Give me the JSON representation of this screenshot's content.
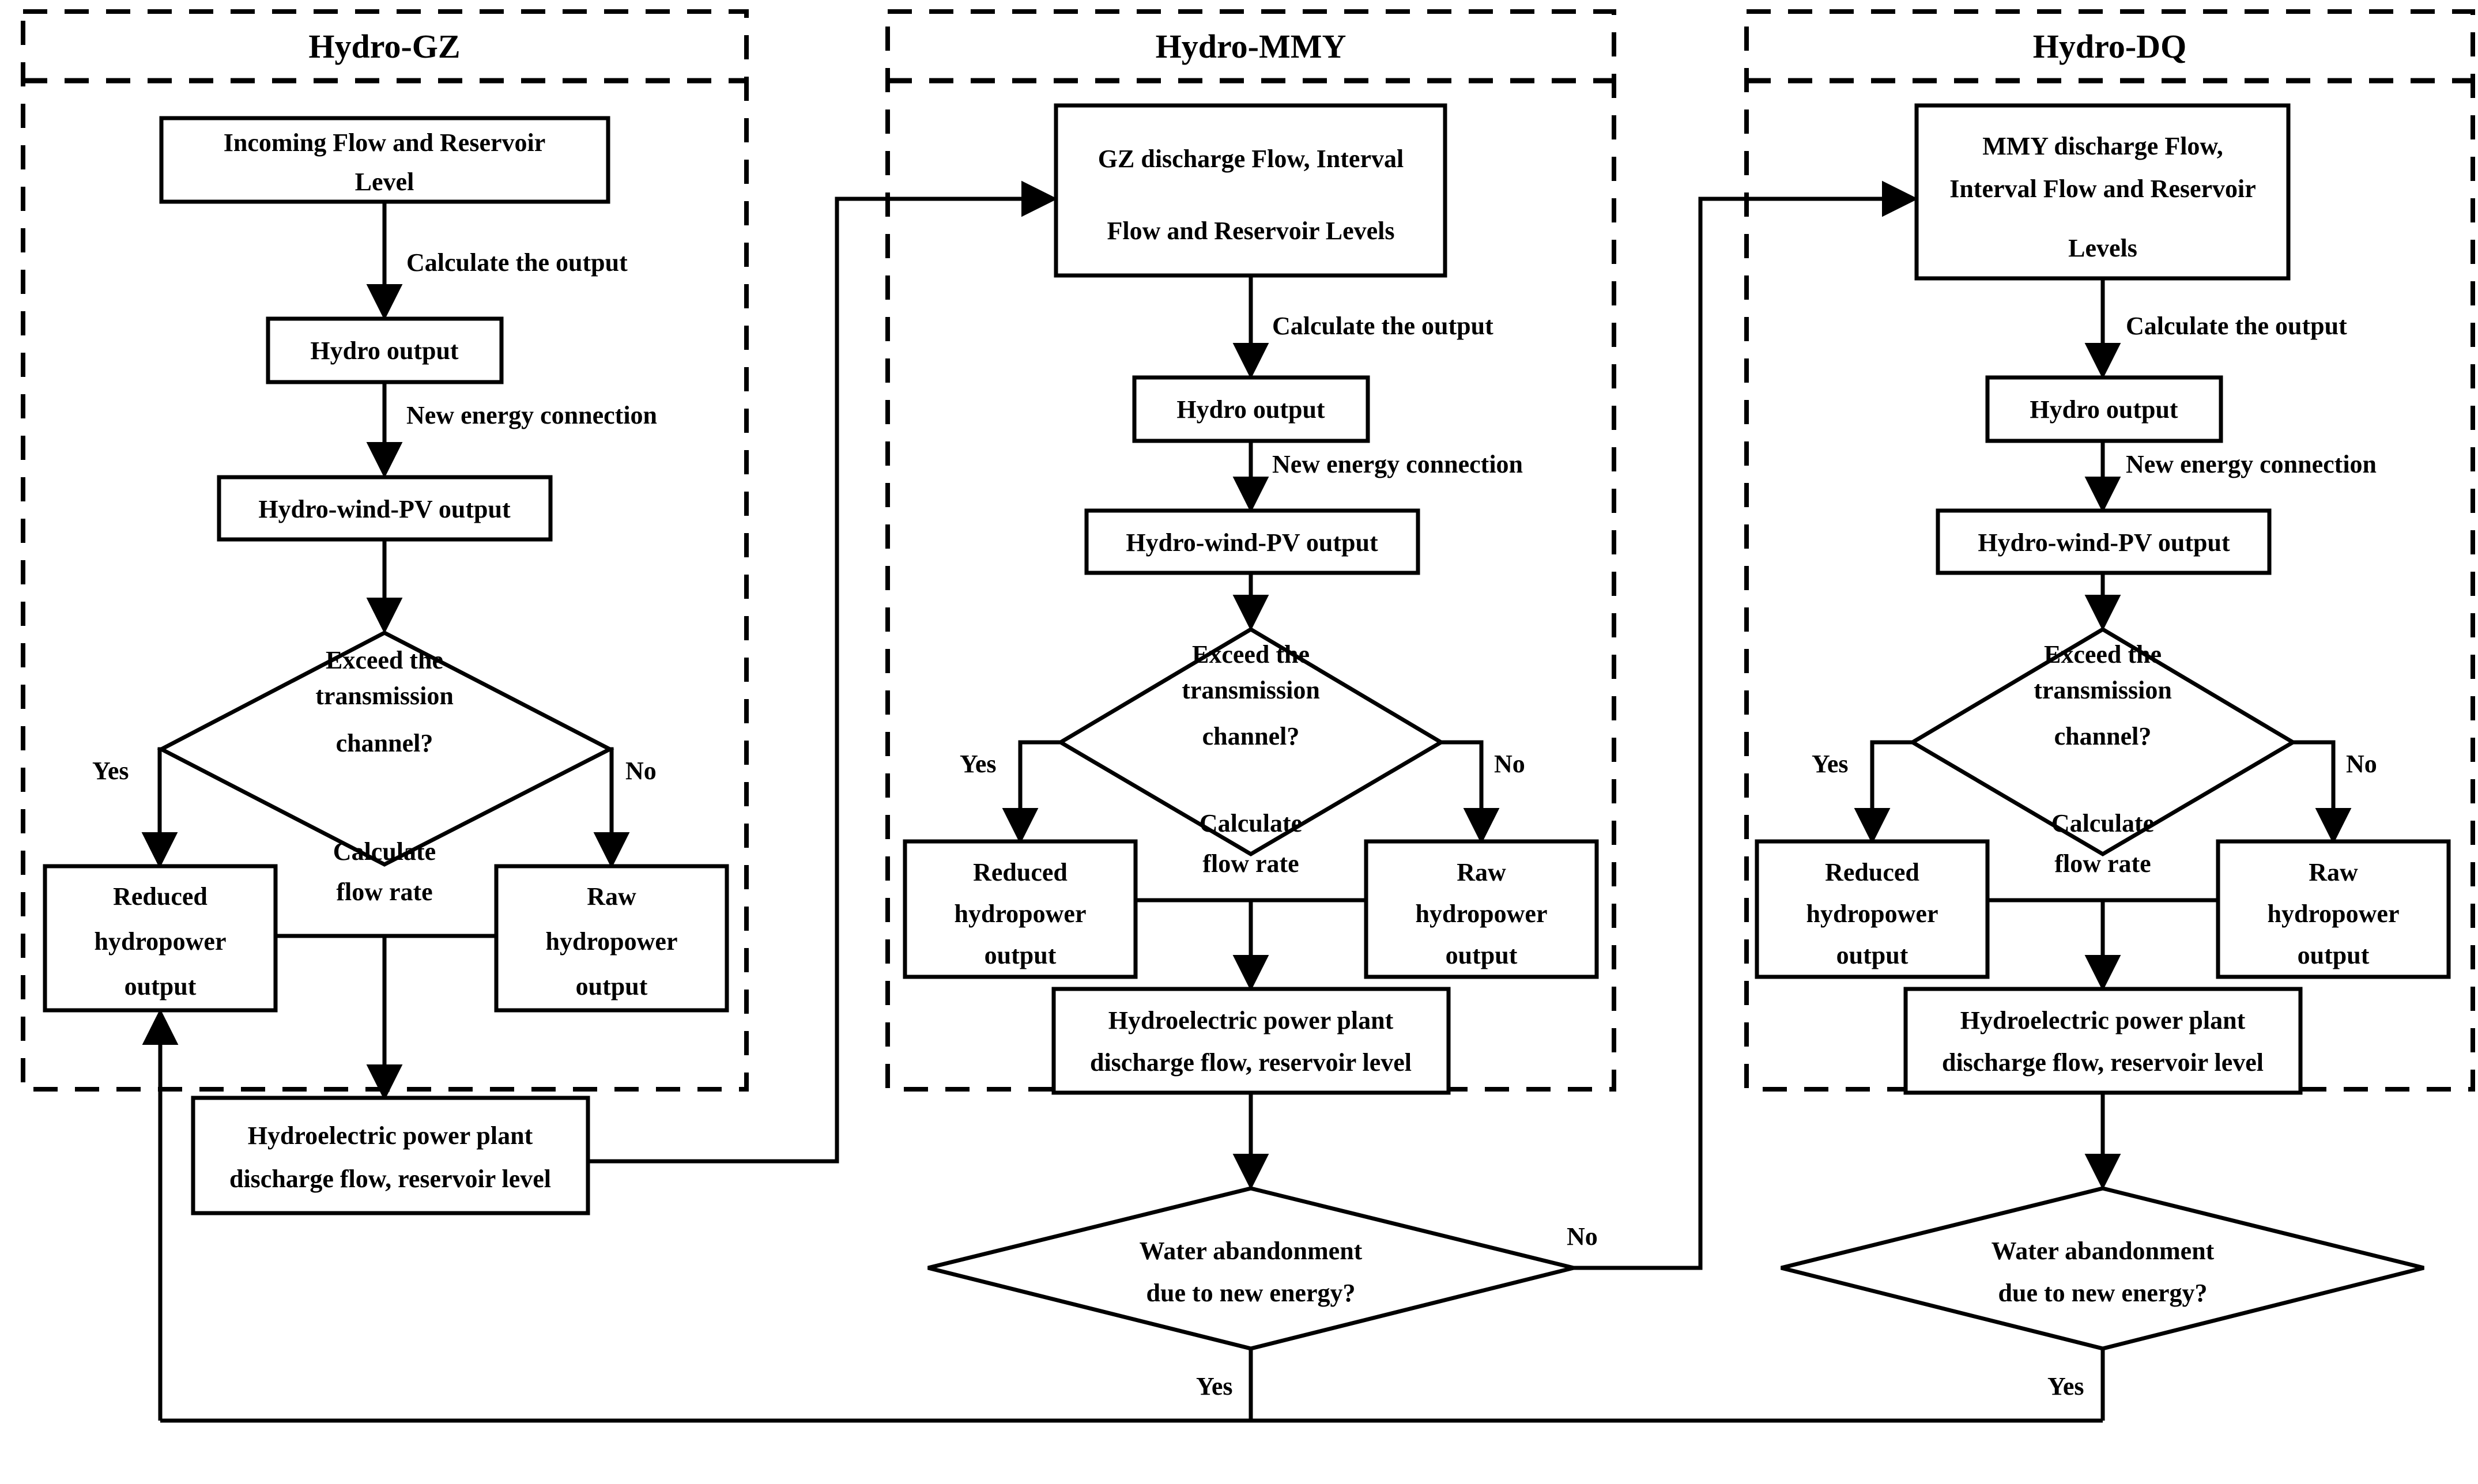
{
  "diagram": {
    "title": "Cascade hydropower multi-energy complementary dispatch flowchart",
    "panels": [
      {
        "id": "gz",
        "title": "Hydro-GZ",
        "nodes": {
          "input": "Incoming Flow and Reservoir\nLevel",
          "input_l1": "Incoming Flow and Reservoir",
          "input_l2": "Level",
          "hydro_output": "Hydro output",
          "hybrid_output": "Hydro-wind-PV output",
          "decision_l1": "Exceed the",
          "decision_l2": "transmission",
          "decision_l3": "channel?",
          "reduced_l1": "Reduced",
          "reduced_l2": "hydropower",
          "reduced_l3": "output",
          "raw_l1": "Raw",
          "raw_l2": "hydropower",
          "raw_l3": "output",
          "plant_l1": "Hydroelectric power plant",
          "plant_l2": "discharge flow, reservoir level"
        },
        "edges": {
          "calculate_output": "Calculate the output",
          "new_energy": "New energy connection",
          "yes": "Yes",
          "no": "No",
          "calc_flow_l1": "Calculate",
          "calc_flow_l2": "flow rate"
        }
      },
      {
        "id": "mmy",
        "title": "Hydro-MMY",
        "nodes": {
          "input_l1": "GZ discharge Flow, Interval",
          "input_l2": "Flow and Reservoir Levels",
          "hydro_output": "Hydro output",
          "hybrid_output": "Hydro-wind-PV output",
          "decision_l1": "Exceed the",
          "decision_l2": "transmission",
          "decision_l3": "channel?",
          "reduced_l1": "Reduced",
          "reduced_l2": "hydropower",
          "reduced_l3": "output",
          "raw_l1": "Raw",
          "raw_l2": "hydropower",
          "raw_l3": "output",
          "plant_l1": "Hydroelectric power plant",
          "plant_l2": "discharge flow, reservoir level",
          "abandon_l1": "Water abandonment",
          "abandon_l2": "due to new energy?"
        },
        "edges": {
          "calculate_output": "Calculate the output",
          "new_energy": "New energy connection",
          "yes": "Yes",
          "no": "No",
          "calc_flow_l1": "Calculate",
          "calc_flow_l2": "flow rate",
          "abandon_yes": "Yes",
          "abandon_no": "No"
        }
      },
      {
        "id": "dq",
        "title": "Hydro-DQ",
        "nodes": {
          "input_l1": "MMY discharge Flow,",
          "input_l2": "Interval Flow and Reservoir",
          "input_l3": "Levels",
          "hydro_output": "Hydro output",
          "hybrid_output": "Hydro-wind-PV output",
          "decision_l1": "Exceed the",
          "decision_l2": "transmission",
          "decision_l3": "channel?",
          "reduced_l1": "Reduced",
          "reduced_l2": "hydropower",
          "reduced_l3": "output",
          "raw_l1": "Raw",
          "raw_l2": "hydropower",
          "raw_l3": "output",
          "plant_l1": "Hydroelectric power plant",
          "plant_l2": "discharge flow, reservoir level",
          "abandon_l1": "Water abandonment",
          "abandon_l2": "due to new energy?"
        },
        "edges": {
          "calculate_output": "Calculate the output",
          "new_energy": "New energy connection",
          "yes": "Yes",
          "no": "No",
          "calc_flow_l1": "Calculate",
          "calc_flow_l2": "flow rate",
          "abandon_yes": "Yes"
        }
      }
    ],
    "colors": {
      "stroke": "#000000",
      "fill": "#ffffff",
      "background": "#ffffff"
    }
  }
}
